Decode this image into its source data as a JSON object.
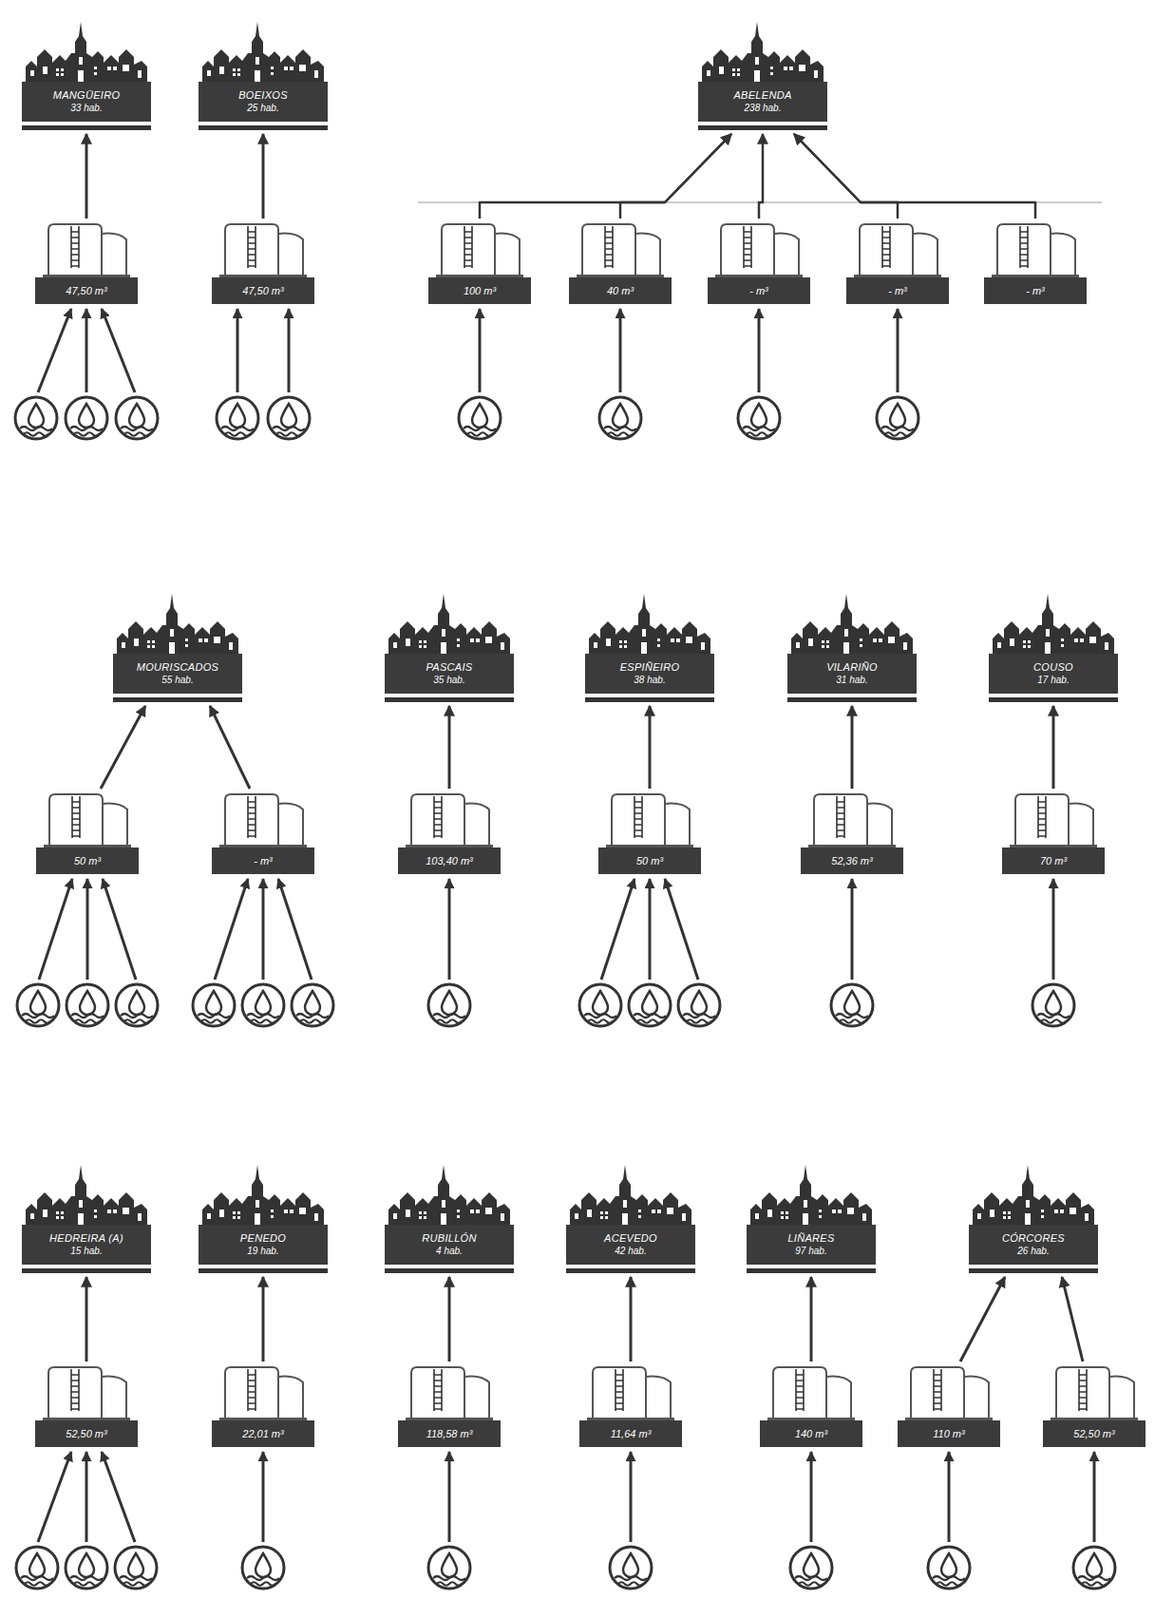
{
  "diagram": {
    "nodes": [
      {
        "text": [
          "MANGÜEIRO",
          "33 hab."
        ]
      },
      {
        "text": [
          "47,50 m³"
        ]
      },
      {
        "text": [
          "BOEIXOS",
          "25 hab."
        ]
      },
      {
        "text": [
          "47,50 m³"
        ]
      },
      {
        "text": [
          "ABELENDA",
          "238 hab."
        ]
      },
      {
        "text": [
          "100 m³"
        ]
      },
      {
        "text": [
          "40 m³"
        ]
      },
      {
        "text": [
          "- m³"
        ]
      },
      {
        "text": [
          "- m³"
        ]
      },
      {
        "text": [
          "- m³"
        ]
      },
      {
        "text": [
          "MOURISCADOS",
          "55 hab."
        ]
      },
      {
        "text": [
          "50 m³"
        ]
      },
      {
        "text": [
          "- m³"
        ]
      },
      {
        "text": [
          "PASCAIS",
          "35 hab."
        ]
      },
      {
        "text": [
          "103,40 m³"
        ]
      },
      {
        "text": [
          "ESPIÑEIRO",
          "38 hab."
        ]
      },
      {
        "text": [
          "50 m³"
        ]
      },
      {
        "text": [
          "VILARIÑO",
          "31 hab."
        ]
      },
      {
        "text": [
          "52,36 m³"
        ]
      },
      {
        "text": [
          "COUSO",
          "17 hab."
        ]
      },
      {
        "text": [
          "70 m³"
        ]
      },
      {
        "text": [
          "HEDREIRA (A)",
          "15 hab."
        ]
      },
      {
        "text": [
          "52,50 m³"
        ]
      },
      {
        "text": [
          "PENEDO",
          "19 hab."
        ]
      },
      {
        "text": [
          "22,01 m³"
        ]
      },
      {
        "text": [
          "RUBILLÓN",
          "4 hab."
        ]
      },
      {
        "text": [
          "118,58 m³"
        ]
      },
      {
        "text": [
          "ACEVEDO",
          "42 hab."
        ]
      },
      {
        "text": [
          "11,64 m³"
        ]
      },
      {
        "text": [
          "LIÑARES",
          "97 hab."
        ]
      },
      {
        "text": [
          "140 m³"
        ]
      },
      {
        "text": [
          "CÓRCORES",
          "26 hab."
        ]
      },
      {
        "text": [
          "110 m³"
        ]
      },
      {
        "text": [
          "52,50 m³"
        ]
      }
    ],
    "edges": [
      {
        "from": 1,
        "to": 0,
        "arrow": "to"
      },
      {
        "from": 3,
        "to": 2,
        "arrow": "to"
      },
      {
        "from": 5,
        "to": 4,
        "arrow": "to"
      },
      {
        "from": 6,
        "to": 4,
        "arrow": "to"
      },
      {
        "from": 7,
        "to": 4,
        "arrow": "to"
      },
      {
        "from": 8,
        "to": 4,
        "arrow": "to"
      },
      {
        "from": 9,
        "to": 4,
        "arrow": "to"
      },
      {
        "from": 11,
        "to": 10,
        "arrow": "to"
      },
      {
        "from": 12,
        "to": 10,
        "arrow": "to"
      },
      {
        "from": 14,
        "to": 13,
        "arrow": "to"
      },
      {
        "from": 16,
        "to": 15,
        "arrow": "to"
      },
      {
        "from": 18,
        "to": 17,
        "arrow": "to"
      },
      {
        "from": 20,
        "to": 19,
        "arrow": "to"
      },
      {
        "from": 22,
        "to": 21,
        "arrow": "to"
      },
      {
        "from": 24,
        "to": 23,
        "arrow": "to"
      },
      {
        "from": 26,
        "to": 25,
        "arrow": "to"
      },
      {
        "from": 28,
        "to": 27,
        "arrow": "to"
      },
      {
        "from": 30,
        "to": 29,
        "arrow": "to"
      },
      {
        "from": 32,
        "to": 31,
        "arrow": "to"
      },
      {
        "from": 33,
        "to": 31,
        "arrow": "to"
      }
    ]
  }
}
